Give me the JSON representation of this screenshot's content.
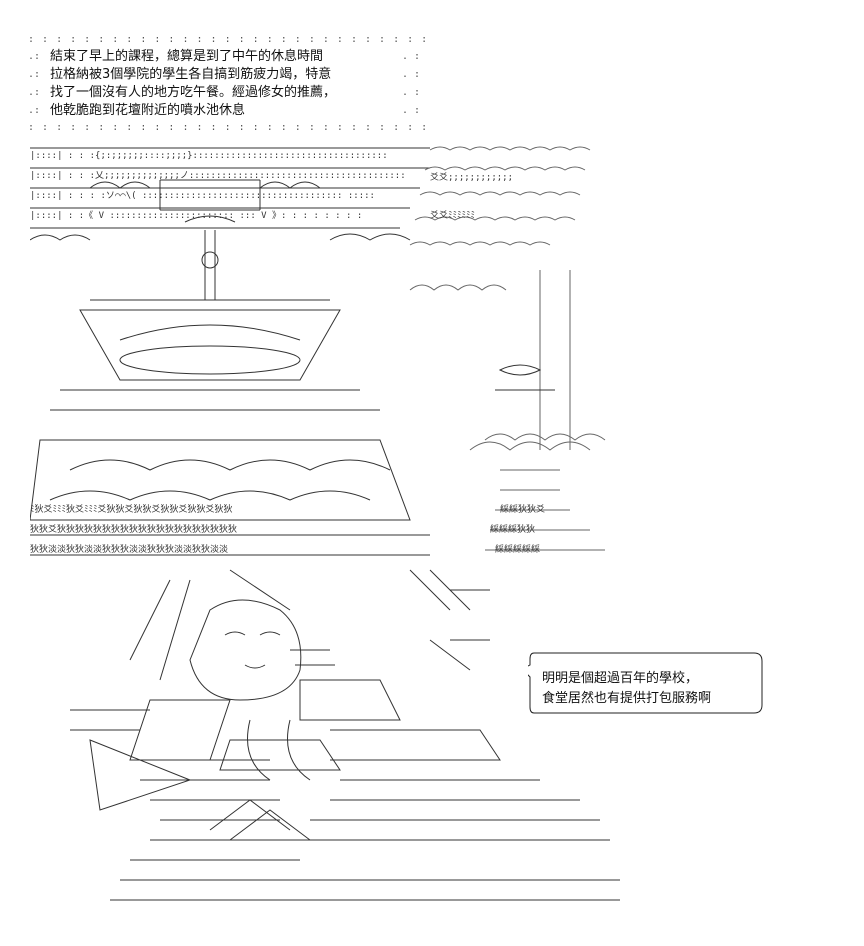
{
  "narration": {
    "lines": [
      "結束了早上的課程，總算是到了中午的休息時間",
      "拉格納被3個學院的學生各自搞到筋疲力竭，特意",
      "找了一個沒有人的地方吃午餐。經過修女的推薦，",
      "他乾脆跑到花壇附近的噴水池休息"
    ]
  },
  "speech_bubble": {
    "lines": [
      "明明是個超過百年的學校，",
      "食堂居然也有提供打包服務啊"
    ]
  }
}
